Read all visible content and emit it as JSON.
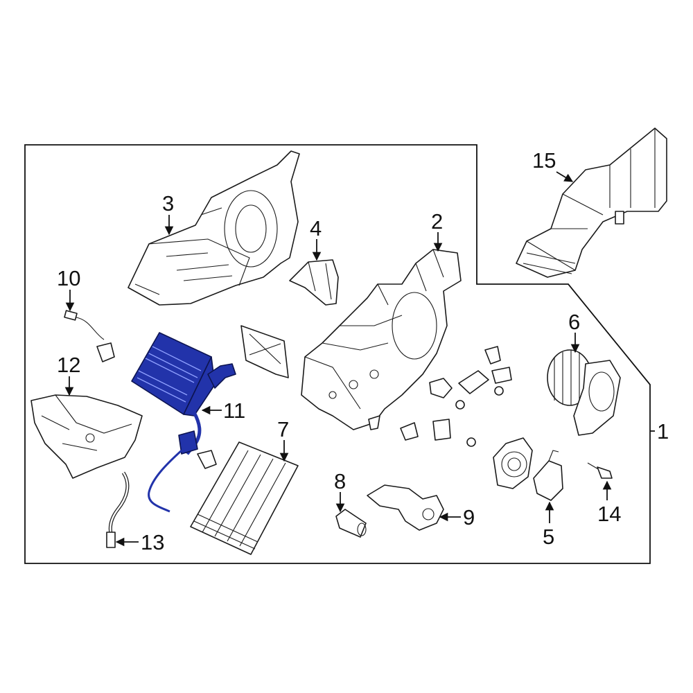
{
  "diagram": {
    "highlight_color": "#2233aa",
    "background": "#ffffff",
    "callouts": [
      {
        "id": "1",
        "label": "1"
      },
      {
        "id": "2",
        "label": "2"
      },
      {
        "id": "3",
        "label": "3"
      },
      {
        "id": "4",
        "label": "4"
      },
      {
        "id": "5",
        "label": "5"
      },
      {
        "id": "6",
        "label": "6"
      },
      {
        "id": "7",
        "label": "7"
      },
      {
        "id": "8",
        "label": "8"
      },
      {
        "id": "9",
        "label": "9"
      },
      {
        "id": "10",
        "label": "10"
      },
      {
        "id": "11",
        "label": "11"
      },
      {
        "id": "12",
        "label": "12"
      },
      {
        "id": "13",
        "label": "13"
      },
      {
        "id": "14",
        "label": "14"
      },
      {
        "id": "15",
        "label": "15"
      }
    ],
    "highlighted_part": "11"
  }
}
